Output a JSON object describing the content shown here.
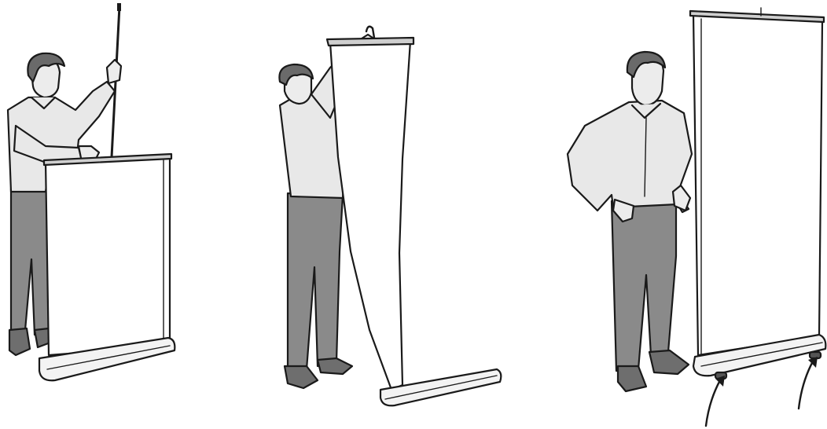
{
  "figure": {
    "steps": [
      {
        "name": "step-1",
        "description": ""
      },
      {
        "name": "step-2",
        "description": ""
      },
      {
        "name": "step-3",
        "description": ""
      }
    ]
  },
  "colors": {
    "shirt": "#e8e8e8",
    "pants": "#8a8a8a",
    "skin": "#ececec",
    "hair": "#6a6a6a",
    "shoe": "#6e6e6e",
    "banner": "#ffffff",
    "ink": "#1a1a1a"
  },
  "icons": [
    "pole-icon",
    "banner-icon",
    "person-icon",
    "arrow-icon"
  ]
}
